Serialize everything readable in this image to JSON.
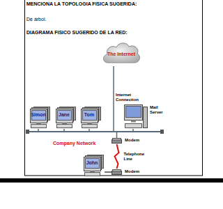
{
  "diagram": {
    "nodes": [
      {
        "text": [
          "The Internet"
        ]
      },
      {
        "text": [
          "Simon"
        ]
      },
      {
        "text": [
          "Jane"
        ]
      },
      {
        "text": [
          "Tom"
        ]
      },
      {
        "text": [
          "Mail Server"
        ]
      },
      {
        "text": [
          "Modem"
        ]
      },
      {
        "text": [
          "John"
        ]
      },
      {
        "text": [
          "Modem"
        ]
      }
    ],
    "edges": [
      {
        "from": 5,
        "to": 7,
        "arrow": "none",
        "label": "Telephone Line"
      },
      {
        "from": 6,
        "to": 7,
        "arrow": "none"
      }
    ],
    "labels": [
      "MENCIONA LA TOPOLOGIA FISICA SUGERIDA:",
      "De árbol.",
      "DIAGRAMA FISICO SUGERIDO DE LA RED:",
      "Internet Connection",
      "Company Network"
    ]
  }
}
